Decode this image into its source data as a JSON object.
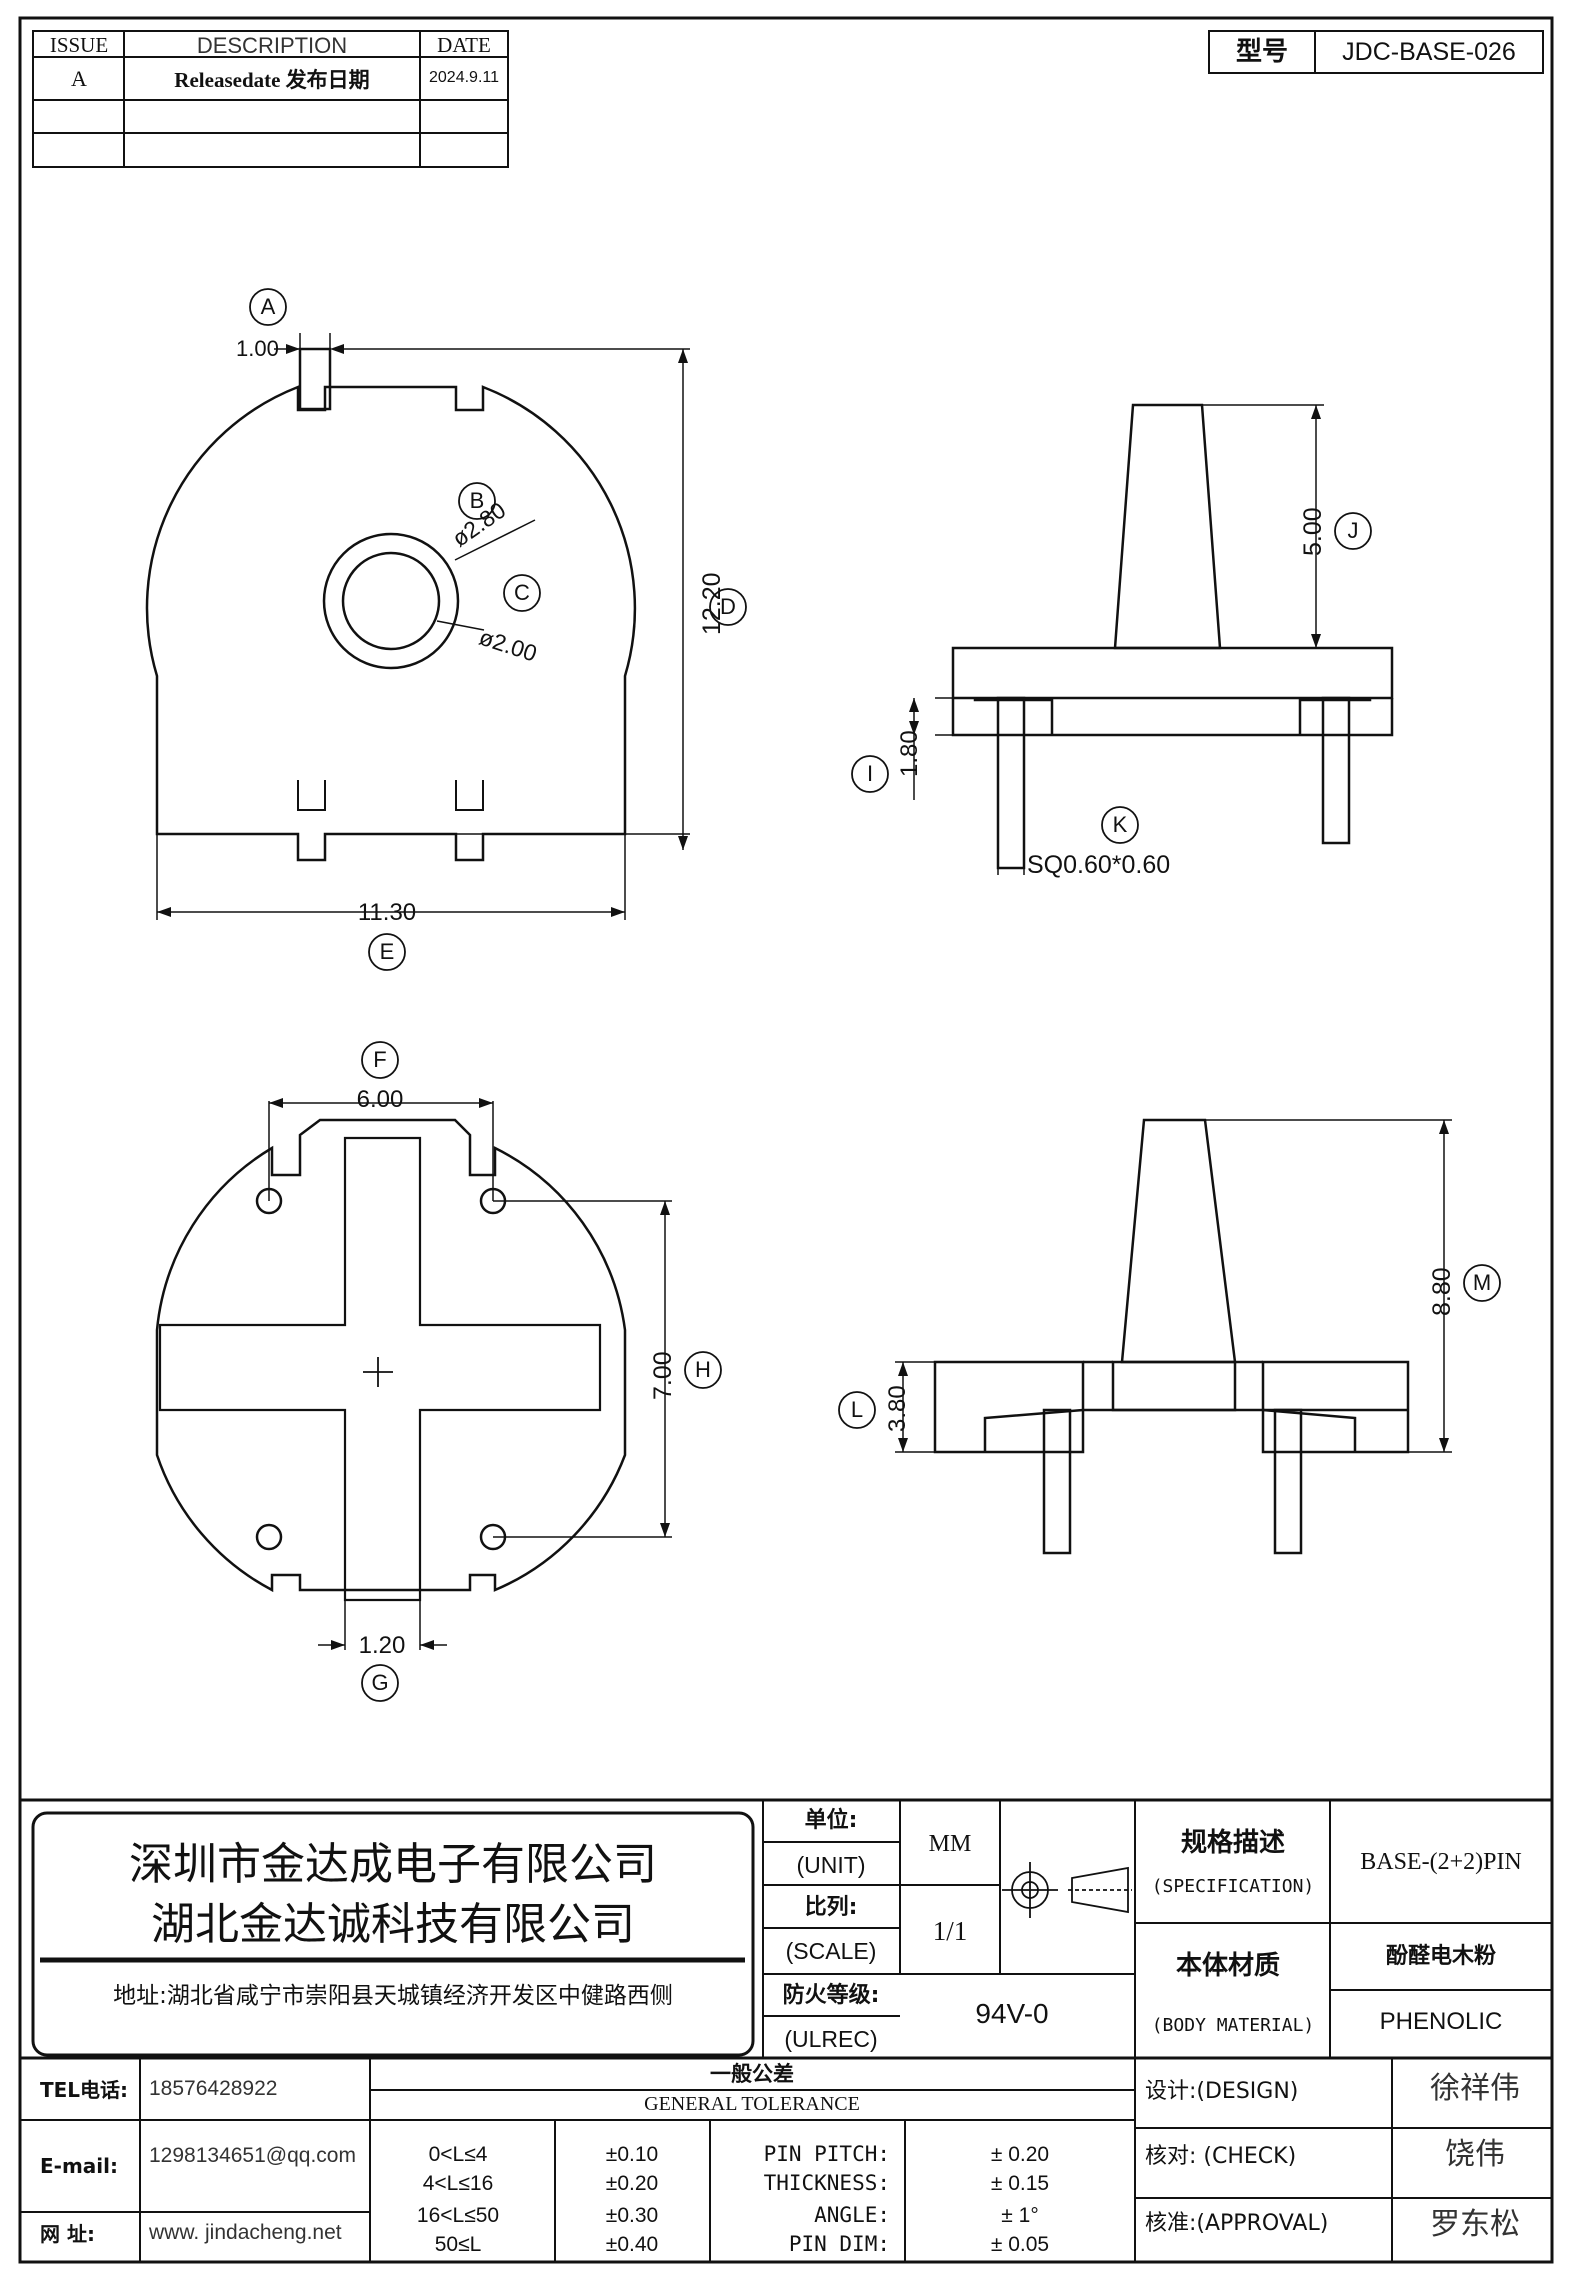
{
  "model": {
    "label": "型号",
    "value": "JDC-BASE-026"
  },
  "revision": {
    "headers": [
      "ISSUE",
      "DESCRIPTION",
      "DATE"
    ],
    "rows": [
      {
        "issue": "A",
        "description": "Releasedate 发布日期",
        "date": "2024.9.11"
      }
    ]
  },
  "dims": {
    "A": {
      "tag": "A",
      "value": "1.00"
    },
    "B": {
      "tag": "B",
      "value": "ø2.80"
    },
    "C": {
      "tag": "C",
      "value": "ø2.00"
    },
    "D": {
      "tag": "D",
      "value": "12.20"
    },
    "E": {
      "tag": "E",
      "value": "11.30"
    },
    "F": {
      "tag": "F",
      "value": "6.00"
    },
    "G": {
      "tag": "G",
      "value": "1.20"
    },
    "H": {
      "tag": "H",
      "value": "7.00"
    },
    "I": {
      "tag": "I",
      "value": "1.80"
    },
    "J": {
      "tag": "J",
      "value": "5.00"
    },
    "K": {
      "tag": "K",
      "value": "SQ0.60*0.60"
    },
    "L": {
      "tag": "L",
      "value": "3.80"
    },
    "M": {
      "tag": "M",
      "value": "8.80"
    }
  },
  "company": {
    "name1": "深圳市金达成电子有限公司",
    "name2": "湖北金达诚科技有限公司",
    "address": "地址:湖北省咸宁市崇阳县天城镇经济开发区中健路西侧"
  },
  "specs": {
    "unit_cn": "单位:",
    "unit_en": "(UNIT)",
    "unit_value": "MM",
    "scale_cn": "比列:",
    "scale_en": "(SCALE)",
    "scale_value": "1/1",
    "ulrec_cn": "防火等级:",
    "ulrec_en": "(ULREC)",
    "ulrec_value": "94V-0",
    "spec_cn": "规格描述",
    "spec_en": "(SPECIFICATION)",
    "spec_value": "BASE-(2+2)PIN",
    "material_cn": "本体材质",
    "material_en": "(BODY MATERIAL)",
    "material_value_cn": "酚醛电木粉",
    "material_value_en": "PHENOLIC"
  },
  "contact": {
    "tel_label": "TEL电话:",
    "tel": "18576428922",
    "email_label": "E-mail:",
    "email": "1298134651@qq.com",
    "web_label": "网  址:",
    "web": "www. jindacheng.net"
  },
  "tolerance": {
    "title_cn": "一般公差",
    "title_en": "GENERAL TOLERANCE",
    "ranges": [
      {
        "range": "0<L≤4",
        "tol": "±0.10"
      },
      {
        "range": "4<L≤16",
        "tol": "±0.20"
      },
      {
        "range": "16<L≤50",
        "tol": "±0.30"
      },
      {
        "range": "50≤L",
        "tol": "±0.40"
      }
    ],
    "items": [
      {
        "name": "PIN PITCH:",
        "tol": "± 0.20"
      },
      {
        "name": "THICKNESS:",
        "tol": "± 0.15"
      },
      {
        "name": "ANGLE:",
        "tol": "± 1°"
      },
      {
        "name": "PIN DIM:",
        "tol": "± 0.05"
      }
    ]
  },
  "approvals": [
    {
      "label": "设计:(DESIGN)",
      "name": "徐祥伟"
    },
    {
      "label": "核对: (CHECK)",
      "name": "饶伟"
    },
    {
      "label": "核准:(APPROVAL)",
      "name": "罗东松"
    }
  ],
  "colors": {
    "line": "#111111",
    "paper": "#ffffff"
  }
}
